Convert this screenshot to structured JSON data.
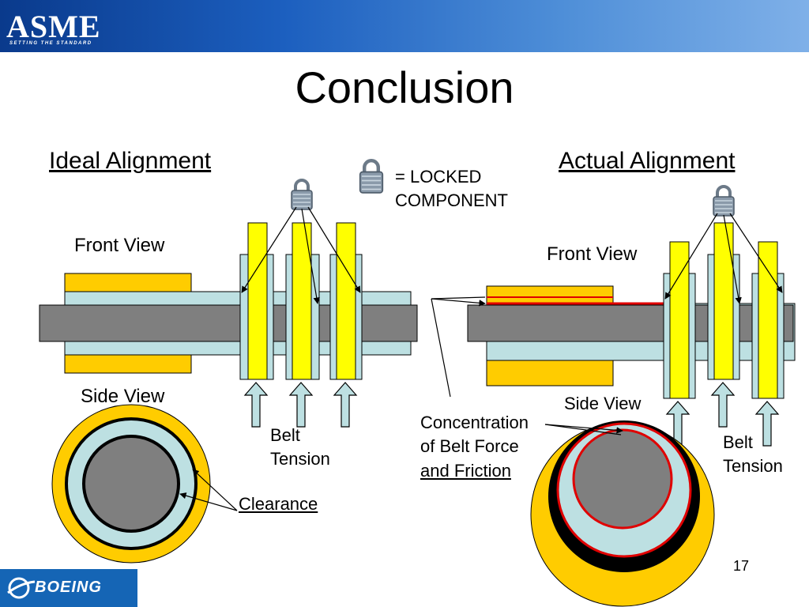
{
  "header": {
    "logo_text": "ASME",
    "logo_tagline": "SETTING THE STANDARD"
  },
  "title": "Conclusion",
  "legend": {
    "line1": "= LOCKED",
    "line2": "COMPONENT",
    "icon": "padlock-icon"
  },
  "ideal": {
    "heading": "Ideal Alignment",
    "front_view": "Front View",
    "side_view": "Side View",
    "belt_line1": "Belt",
    "belt_line2": "Tension",
    "clearance": "Clearance"
  },
  "actual": {
    "heading": "Actual Alignment",
    "front_view": "Front View",
    "side_view": "Side View",
    "belt_line1": "Belt",
    "belt_line2": "Tension",
    "concentration_line1": "Concentration",
    "concentration_line2": "of Belt Force",
    "concentration_line3": "and Friction"
  },
  "footer": {
    "logo_text": "BOEING",
    "page_number": "17"
  },
  "colors": {
    "yellow": "#ffff00",
    "gold": "#ffcc00",
    "lightblue": "#bde0e2",
    "gray": "#7f7f7f",
    "red": "#e00000",
    "banner": "#1c5fbf"
  }
}
